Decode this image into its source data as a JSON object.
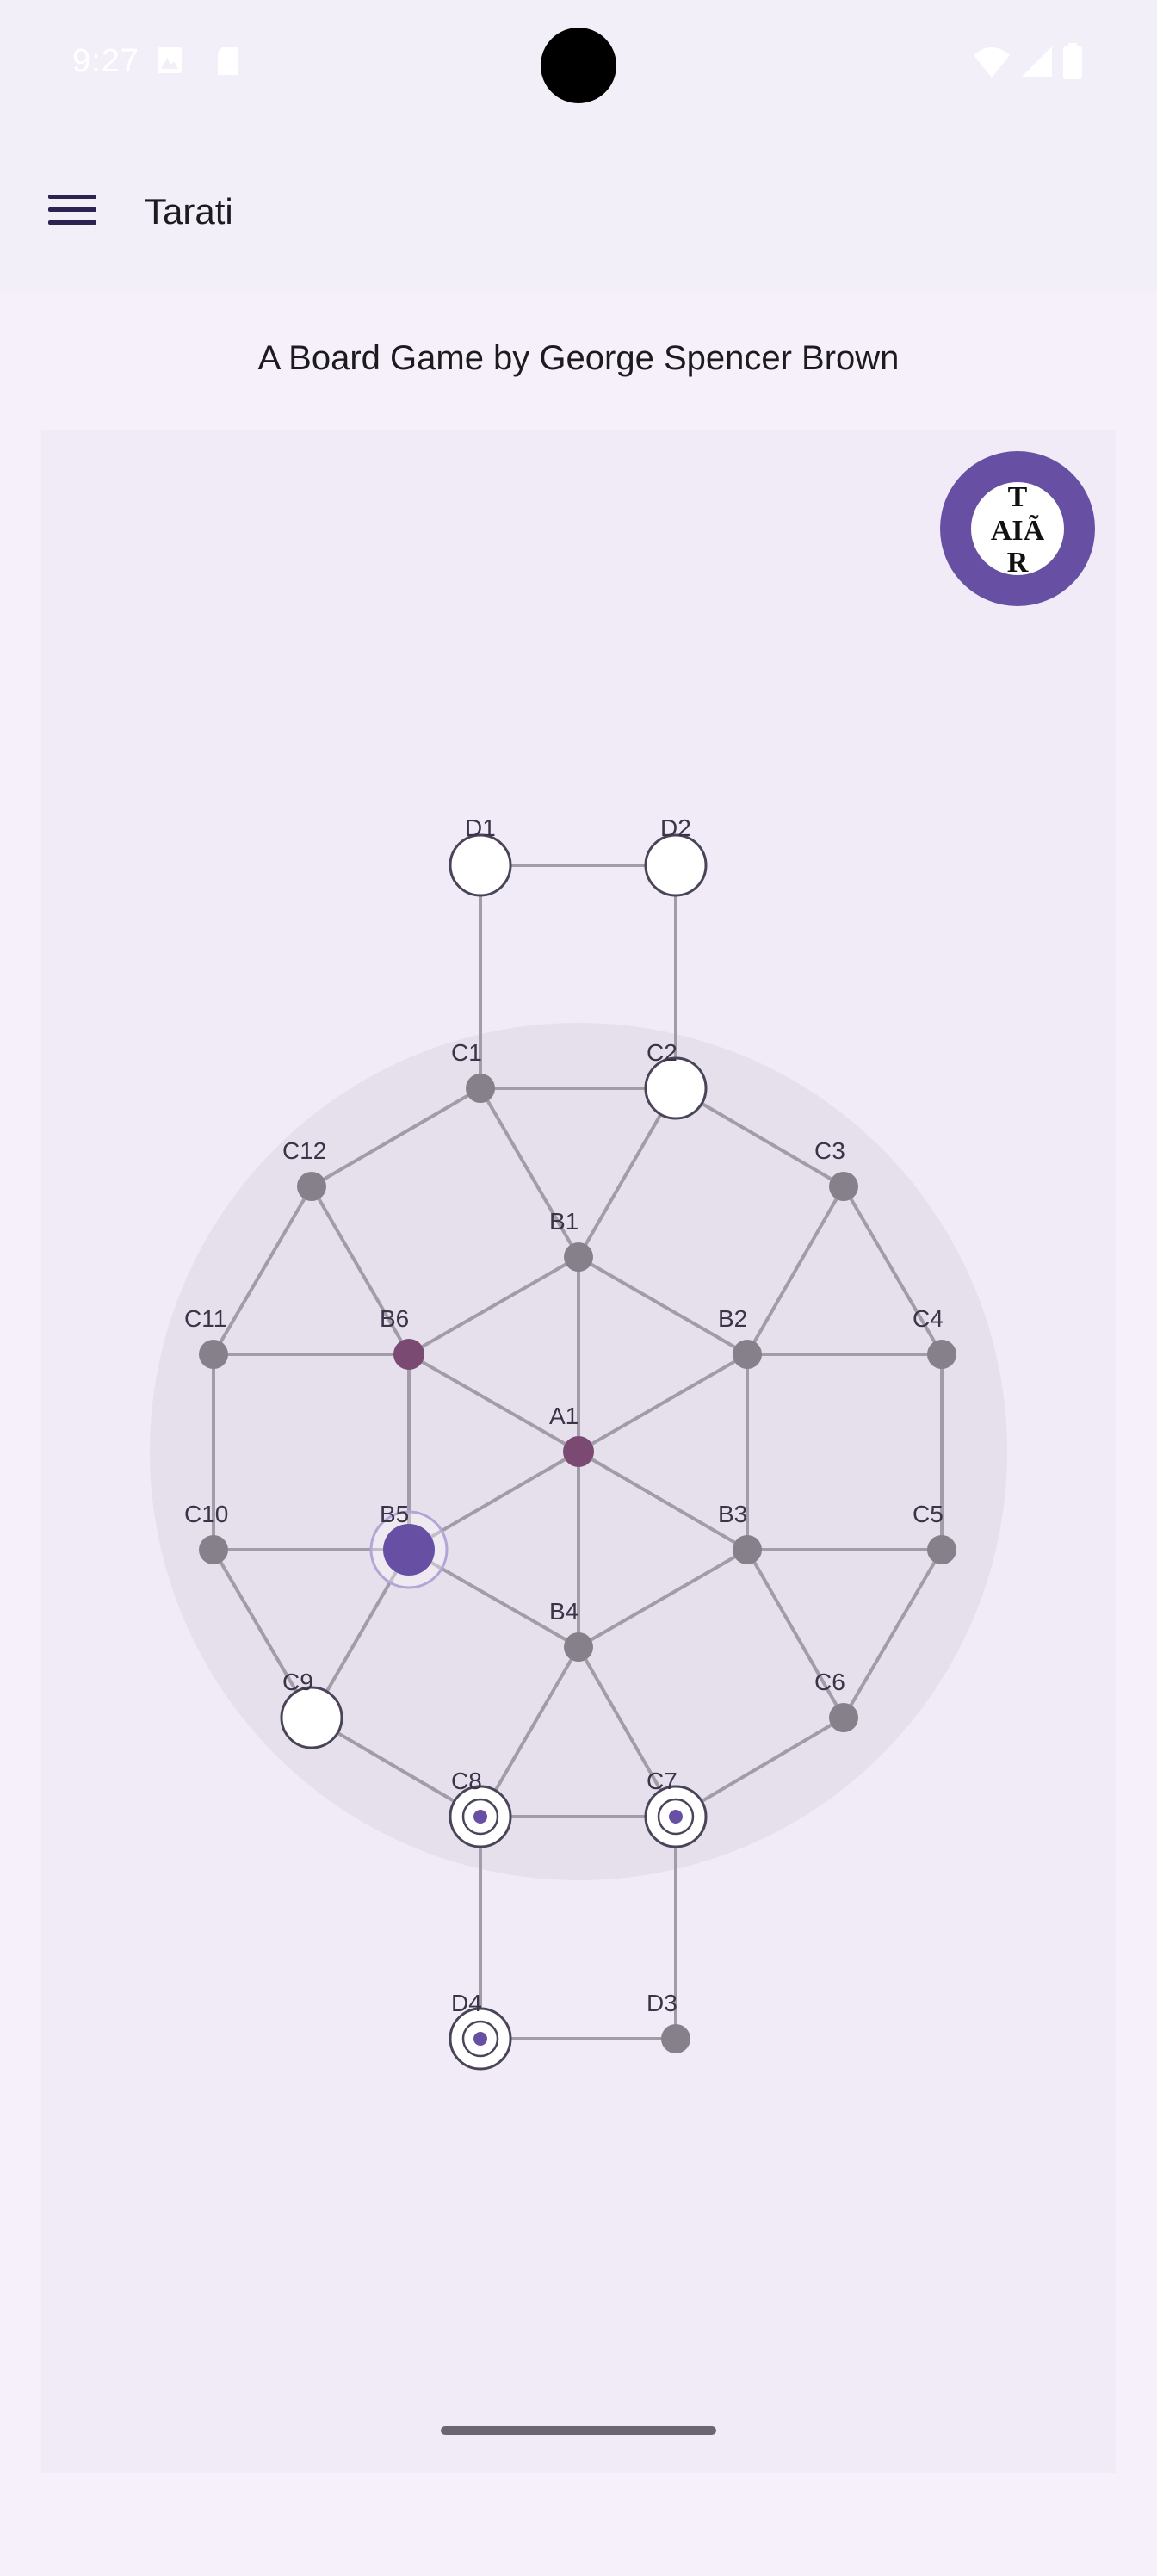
{
  "status_bar": {
    "time": "9:27"
  },
  "app_bar": {
    "title": "Tarati",
    "menu_icon": "hamburger-menu-icon"
  },
  "subtitle": "A Board Game by George Spencer Brown",
  "logo": {
    "letters_top": "T",
    "letters_middle": "AIÃ",
    "letters_bottom": "R"
  },
  "colors": {
    "accent": "#6750a4",
    "board_disc": "#e6dfec",
    "edge": "#a29ca8",
    "empty_node": "#86808b",
    "dark_piece": "#7a4a72"
  },
  "board": {
    "nodes": [
      {
        "id": "D1",
        "label": "D1",
        "state": "white"
      },
      {
        "id": "D2",
        "label": "D2",
        "state": "white"
      },
      {
        "id": "C1",
        "label": "C1",
        "state": "empty"
      },
      {
        "id": "C2",
        "label": "C2",
        "state": "white"
      },
      {
        "id": "C12",
        "label": "C12",
        "state": "empty"
      },
      {
        "id": "C3",
        "label": "C3",
        "state": "empty"
      },
      {
        "id": "B1",
        "label": "B1",
        "state": "empty"
      },
      {
        "id": "C11",
        "label": "C11",
        "state": "empty"
      },
      {
        "id": "B6",
        "label": "B6",
        "state": "dark"
      },
      {
        "id": "B2",
        "label": "B2",
        "state": "empty"
      },
      {
        "id": "C4",
        "label": "C4",
        "state": "empty"
      },
      {
        "id": "A1",
        "label": "A1",
        "state": "dark"
      },
      {
        "id": "C10",
        "label": "C10",
        "state": "empty"
      },
      {
        "id": "B5",
        "label": "B5",
        "state": "selected"
      },
      {
        "id": "B3",
        "label": "B3",
        "state": "empty"
      },
      {
        "id": "C5",
        "label": "C5",
        "state": "empty"
      },
      {
        "id": "B4",
        "label": "B4",
        "state": "empty"
      },
      {
        "id": "C9",
        "label": "C9",
        "state": "white"
      },
      {
        "id": "C6",
        "label": "C6",
        "state": "empty"
      },
      {
        "id": "C8",
        "label": "C8",
        "state": "white-upgraded"
      },
      {
        "id": "C7",
        "label": "C7",
        "state": "white-upgraded"
      },
      {
        "id": "D4",
        "label": "D4",
        "state": "white-upgraded"
      },
      {
        "id": "D3",
        "label": "D3",
        "state": "empty"
      }
    ],
    "edges": [
      [
        "D1",
        "D2"
      ],
      [
        "D1",
        "C1"
      ],
      [
        "D2",
        "C2"
      ],
      [
        "C1",
        "C2"
      ],
      [
        "C1",
        "C12"
      ],
      [
        "C2",
        "C3"
      ],
      [
        "C12",
        "C11"
      ],
      [
        "C3",
        "C4"
      ],
      [
        "C11",
        "C10"
      ],
      [
        "C4",
        "C5"
      ],
      [
        "C10",
        "C9"
      ],
      [
        "C5",
        "C6"
      ],
      [
        "C9",
        "C8"
      ],
      [
        "C6",
        "C7"
      ],
      [
        "C8",
        "C7"
      ],
      [
        "C8",
        "D4"
      ],
      [
        "C7",
        "D3"
      ],
      [
        "D4",
        "D3"
      ],
      [
        "C1",
        "B1"
      ],
      [
        "C2",
        "B1"
      ],
      [
        "C3",
        "B2"
      ],
      [
        "C4",
        "B2"
      ],
      [
        "C5",
        "B3"
      ],
      [
        "C6",
        "B3"
      ],
      [
        "C7",
        "B4"
      ],
      [
        "C8",
        "B4"
      ],
      [
        "C9",
        "B5"
      ],
      [
        "C10",
        "B5"
      ],
      [
        "C11",
        "B6"
      ],
      [
        "C12",
        "B6"
      ],
      [
        "B1",
        "B2"
      ],
      [
        "B2",
        "B3"
      ],
      [
        "B3",
        "B4"
      ],
      [
        "B4",
        "B5"
      ],
      [
        "B5",
        "B6"
      ],
      [
        "B6",
        "B1"
      ],
      [
        "A1",
        "B1"
      ],
      [
        "A1",
        "B2"
      ],
      [
        "A1",
        "B3"
      ],
      [
        "A1",
        "B4"
      ],
      [
        "A1",
        "B5"
      ],
      [
        "A1",
        "B6"
      ]
    ]
  }
}
